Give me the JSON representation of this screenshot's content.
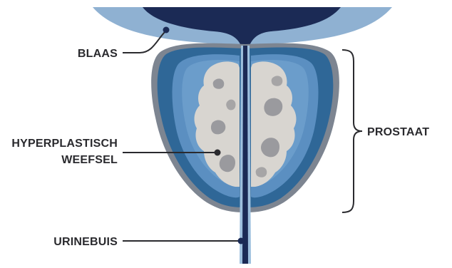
{
  "labels": {
    "bladder": "BLAAS",
    "prostate": "PROSTAAT",
    "hyperplastic_line1": "HYPERPLASTISCH",
    "hyperplastic_line2": "WEEFSEL",
    "urethra": "URINEBUIS"
  },
  "colors": {
    "bladder_wall": "#8fb1d2",
    "bladder_lumen": "#1b2a55",
    "capsule_outer": "#7d8591",
    "capsule_fill": "#2f6797",
    "inner_zone": "#5b8fc1",
    "inner_zone_light": "#79a9d4",
    "urethra": "#1b2a55",
    "urethra_wall": "#9ec0de",
    "hyperplastic_tissue": "#d8d5d0",
    "hyperplastic_spots": "#9a9a9e",
    "leader_line": "#2a2a2e"
  }
}
